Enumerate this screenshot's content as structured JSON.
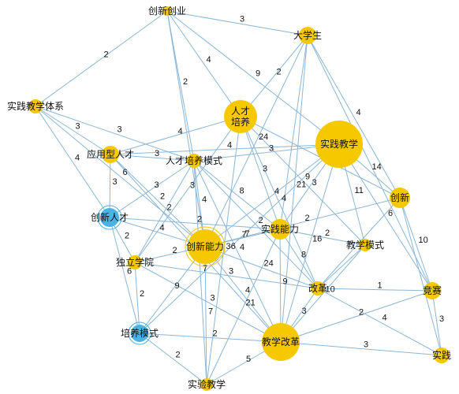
{
  "nodes": [
    {
      "id": "chuangxin_chuangye",
      "label": "创新创业",
      "color": "#f5c800"
    },
    {
      "id": "daxuesheng",
      "label": "大学生",
      "color": "#f5c800"
    },
    {
      "id": "shijian_jiaoxue_tixi",
      "label": "实践教学体系",
      "color": "#f5c800"
    },
    {
      "id": "rencai_peiyang",
      "label": "人才\n培养",
      "color": "#f5c800"
    },
    {
      "id": "shijian_jiaoxue",
      "label": "实践教学",
      "color": "#f5c800"
    },
    {
      "id": "yingyongxing_rencai",
      "label": "应用型人才",
      "color": "#f5c800"
    },
    {
      "id": "rencai_peiyang_moshi",
      "label": "人才培养模式",
      "color": "#f5c800"
    },
    {
      "id": "chuangxin",
      "label": "创新",
      "color": "#f5c800"
    },
    {
      "id": "chuangxin_rencai",
      "label": "创新人才",
      "color": "#4ab3e6"
    },
    {
      "id": "shijian_nengli",
      "label": "实践能力",
      "color": "#f5c800"
    },
    {
      "id": "chuangxin_nengli",
      "label": "创新能力",
      "color": "#f5c800"
    },
    {
      "id": "jiaoxue_moshi",
      "label": "教学模式",
      "color": "#f5c800"
    },
    {
      "id": "duli_xueyuan",
      "label": "独立学院",
      "color": "#f5c800"
    },
    {
      "id": "gaige",
      "label": "改革",
      "color": "#f5c800"
    },
    {
      "id": "jingsai",
      "label": "竞赛",
      "color": "#f5c800"
    },
    {
      "id": "peiyang_moshi",
      "label": "培养模式",
      "color": "#4ab3e6"
    },
    {
      "id": "jiaoxue_gaige",
      "label": "教学改革",
      "color": "#f5c800"
    },
    {
      "id": "shijian",
      "label": "实践",
      "color": "#f5c800"
    },
    {
      "id": "shiyan_jiaoxue",
      "label": "实验教学",
      "color": "#f5c800"
    }
  ],
  "edges": [
    {
      "source": "chuangxin_chuangye",
      "target": "daxuesheng",
      "weight": "3"
    },
    {
      "source": "chuangxin_chuangye",
      "target": "shijian_jiaoxue_tixi",
      "weight": "2"
    },
    {
      "source": "chuangxin_chuangye",
      "target": "rencai_peiyang",
      "weight": "4"
    },
    {
      "source": "chuangxin_chuangye",
      "target": "rencai_peiyang_moshi",
      "weight": "2"
    },
    {
      "source": "chuangxin_chuangye",
      "target": "shijian_jiaoxue",
      "weight": "9"
    },
    {
      "source": "chuangxin_chuangye",
      "target": "chuangxin_nengli",
      "weight": ""
    },
    {
      "source": "daxuesheng",
      "target": "rencai_peiyang",
      "weight": "2"
    },
    {
      "source": "daxuesheng",
      "target": "jiaoxue_gaige",
      "weight": "21"
    },
    {
      "source": "daxuesheng",
      "target": "chuangxin_nengli",
      "weight": "24"
    },
    {
      "source": "daxuesheng",
      "target": "jingsai",
      "weight": ""
    },
    {
      "source": "daxuesheng",
      "target": "shijian_nengli",
      "weight": ""
    },
    {
      "source": "daxuesheng",
      "target": "chuangxin",
      "weight": "4"
    },
    {
      "source": "shijian_jiaoxue_tixi",
      "target": "yingyongxing_rencai",
      "weight": "3"
    },
    {
      "source": "shijian_jiaoxue_tixi",
      "target": "chuangxin_rencai",
      "weight": "4"
    },
    {
      "source": "shijian_jiaoxue_tixi",
      "target": "rencai_peiyang_moshi",
      "weight": "3"
    },
    {
      "source": "shijian_jiaoxue_tixi",
      "target": "chuangxin_nengli",
      "weight": "6"
    },
    {
      "source": "rencai_peiyang",
      "target": "yingyongxing_rencai",
      "weight": "4"
    },
    {
      "source": "rencai_peiyang",
      "target": "duli_xueyuan",
      "weight": "3"
    },
    {
      "source": "rencai_peiyang",
      "target": "chuangxin",
      "weight": "8"
    },
    {
      "source": "rencai_peiyang",
      "target": "jiaoxue_moshi",
      "weight": "9"
    },
    {
      "source": "rencai_peiyang",
      "target": "shiyan_jiaoxue",
      "weight": "36"
    },
    {
      "source": "rencai_peiyang",
      "target": "shijian_nengli",
      "weight": "3"
    },
    {
      "source": "rencai_peiyang",
      "target": "gaige",
      "weight": "4"
    },
    {
      "source": "shijian_jiaoxue",
      "target": "yingyongxing_rencai",
      "weight": "4"
    },
    {
      "source": "shijian_jiaoxue",
      "target": "rencai_peiyang_moshi",
      "weight": "3"
    },
    {
      "source": "shijian_jiaoxue",
      "target": "chuangxin",
      "weight": "14"
    },
    {
      "source": "shijian_jiaoxue",
      "target": "jiaoxue_moshi",
      "weight": "11"
    },
    {
      "source": "shijian_jiaoxue",
      "target": "chuangxin_nengli",
      "weight": "4"
    },
    {
      "source": "shijian_jiaoxue",
      "target": "shijian_nengli",
      "weight": "3"
    },
    {
      "source": "shijian_jiaoxue",
      "target": "jingsai",
      "weight": "6"
    },
    {
      "source": "shijian_jiaoxue",
      "target": "jiaoxue_gaige",
      "weight": "16"
    },
    {
      "source": "shijian_jiaoxue",
      "target": "peiyang_moshi",
      "weight": "7"
    },
    {
      "source": "yingyongxing_rencai",
      "target": "chuangxin_rencai",
      "weight": "3"
    },
    {
      "source": "yingyongxing_rencai",
      "target": "rencai_peiyang_moshi",
      "weight": "3"
    },
    {
      "source": "yingyongxing_rencai",
      "target": "chuangxin_nengli",
      "weight": "2"
    },
    {
      "source": "yingyongxing_rencai",
      "target": "jiaoxue_gaige",
      "weight": "8"
    },
    {
      "source": "rencai_peiyang_moshi",
      "target": "chuangxin_rencai",
      "weight": "3"
    },
    {
      "source": "rencai_peiyang_moshi",
      "target": "duli_xueyuan",
      "weight": "2"
    },
    {
      "source": "rencai_peiyang_moshi",
      "target": "chuangxin_nengli",
      "weight": "4"
    },
    {
      "source": "rencai_peiyang_moshi",
      "target": "shijian_nengli",
      "weight": "8"
    },
    {
      "source": "rencai_peiyang_moshi",
      "target": "gaige",
      "weight": "2"
    },
    {
      "source": "rencai_peiyang_moshi",
      "target": "jiaoxue_gaige",
      "weight": "4"
    },
    {
      "source": "rencai_peiyang_moshi",
      "target": "shiyan_jiaoxue",
      "weight": "7"
    },
    {
      "source": "chuangxin",
      "target": "chuangxin_nengli",
      "weight": "2"
    },
    {
      "source": "chuangxin",
      "target": "jingsai",
      "weight": "10"
    },
    {
      "source": "chuangxin",
      "target": "shijian",
      "weight": ""
    },
    {
      "source": "chuangxin",
      "target": "gaige",
      "weight": ""
    },
    {
      "source": "chuangxin_rencai",
      "target": "chuangxin_nengli",
      "weight": "4"
    },
    {
      "source": "chuangxin_rencai",
      "target": "duli_xueyuan",
      "weight": "2"
    },
    {
      "source": "chuangxin_rencai",
      "target": "peiyang_moshi",
      "weight": "6"
    },
    {
      "source": "chuangxin_rencai",
      "target": "shijian_nengli",
      "weight": "2"
    },
    {
      "source": "shijian_nengli",
      "target": "chuangxin_nengli",
      "weight": "7"
    },
    {
      "source": "shijian_nengli",
      "target": "jiaoxue_gaige",
      "weight": "9"
    },
    {
      "source": "shijian_nengli",
      "target": "gaige",
      "weight": "8"
    },
    {
      "source": "shijian_nengli",
      "target": "jiaoxue_moshi",
      "weight": "2"
    },
    {
      "source": "shijian_nengli",
      "target": "shiyan_jiaoxue",
      "weight": "21"
    },
    {
      "source": "chuangxin_nengli",
      "target": "duli_xueyuan",
      "weight": "2"
    },
    {
      "source": "chuangxin_nengli",
      "target": "jiaoxue_gaige",
      "weight": "4"
    },
    {
      "source": "chuangxin_nengli",
      "target": "shiyan_jiaoxue",
      "weight": "7"
    },
    {
      "source": "chuangxin_nengli",
      "target": "gaige",
      "weight": "24"
    },
    {
      "source": "chuangxin_nengli",
      "target": "peiyang_moshi",
      "weight": "9"
    },
    {
      "source": "jiaoxue_moshi",
      "target": "jiaoxue_gaige",
      "weight": "10"
    },
    {
      "source": "jiaoxue_moshi",
      "target": "gaige",
      "weight": ""
    },
    {
      "source": "duli_xueyuan",
      "target": "peiyang_moshi",
      "weight": "2"
    },
    {
      "source": "duli_xueyuan",
      "target": "gaige",
      "weight": "3"
    },
    {
      "source": "duli_xueyuan",
      "target": "jiaoxue_gaige",
      "weight": "3"
    },
    {
      "source": "gaige",
      "target": "jiaoxue_gaige",
      "weight": "3"
    },
    {
      "source": "gaige",
      "target": "jingsai",
      "weight": "1"
    },
    {
      "source": "gaige",
      "target": "shijian",
      "weight": "4"
    },
    {
      "source": "jingsai",
      "target": "jiaoxue_gaige",
      "weight": "2"
    },
    {
      "source": "jingsai",
      "target": "shijian",
      "weight": "3"
    },
    {
      "source": "peiyang_moshi",
      "target": "jiaoxue_gaige",
      "weight": "2"
    },
    {
      "source": "peiyang_moshi",
      "target": "shiyan_jiaoxue",
      "weight": "2"
    },
    {
      "source": "jiaoxue_gaige",
      "target": "shiyan_jiaoxue",
      "weight": "5"
    },
    {
      "source": "jiaoxue_gaige",
      "target": "shijian",
      "weight": "3"
    }
  ]
}
